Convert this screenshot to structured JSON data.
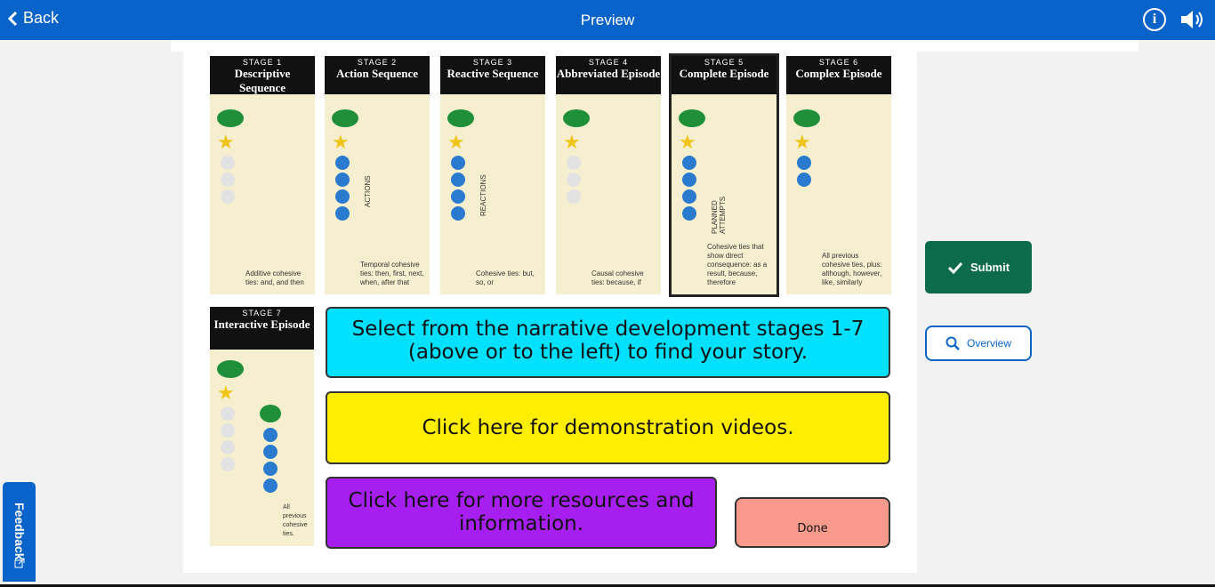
{
  "header": {
    "back_label": "Back",
    "title": "Preview"
  },
  "stages": [
    {
      "num": "STAGE 1",
      "name": "Descriptive Sequence",
      "caption": "Additive cohesive ties: and, and then",
      "label": ""
    },
    {
      "num": "STAGE 2",
      "name": "Action Sequence",
      "caption": "Temporal cohesive ties: then, first, next, when, after that",
      "label": "ACTIONS"
    },
    {
      "num": "STAGE 3",
      "name": "Reactive Sequence",
      "caption": "Cohesive ties: but, so, or",
      "label": "REACTIONS"
    },
    {
      "num": "STAGE 4",
      "name": "Abbreviated Episode",
      "caption": "Causal cohesive ties: because, if",
      "label": ""
    },
    {
      "num": "STAGE 5",
      "name": "Complete Episode",
      "caption": "Cohesive ties that show direct consequence: as a result, because, therefore",
      "label": "PLANNED ATTEMPTS"
    },
    {
      "num": "STAGE 6",
      "name": "Complex Episode",
      "caption": "All previous cohesive ties, plus: although, however, like, similarly",
      "label": ""
    }
  ],
  "stage7": {
    "num": "STAGE 7",
    "name": "Interactive Episode",
    "caption": "All previous cohesive ties."
  },
  "buttons": {
    "select_text": "Select from the narrative development stages 1-7 (above or to the left) to find your story.",
    "videos_text": "Click here for demonstration videos.",
    "resources_text": "Click here for more resources and information.",
    "done": "Done",
    "submit": "Submit",
    "overview": "Overview",
    "feedback": "Feedback"
  },
  "colors": {
    "accent": "#0a63c9",
    "submit": "#0b6b4a",
    "cyan": "#00e0ff",
    "yellow": "#ffee00",
    "purple": "#a71ff0",
    "done": "#f89b8c"
  }
}
